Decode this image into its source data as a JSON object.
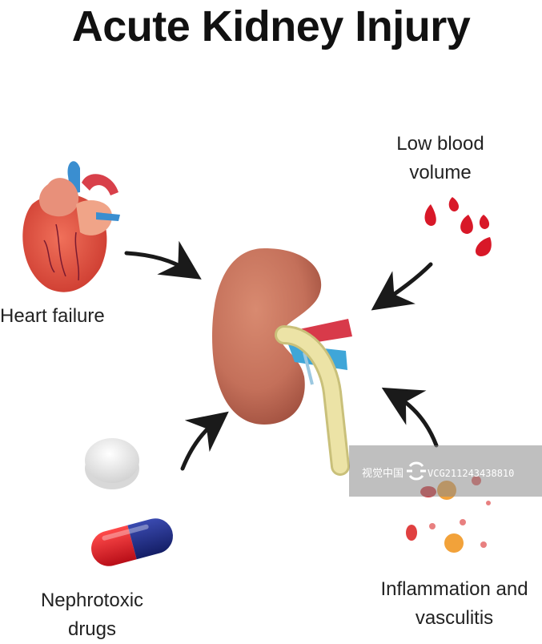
{
  "title": "Acute Kidney Injury",
  "causes": {
    "heart": {
      "label": "Heart failure"
    },
    "blood": {
      "label_line1": "Low blood",
      "label_line2": "volume"
    },
    "drugs": {
      "label_line1": "Nephrotoxic",
      "label_line2": "drugs"
    },
    "inflammation": {
      "label_line1": "Inflammation and",
      "label_line2": "vasculitis"
    }
  },
  "watermark": {
    "brand": "视觉中国",
    "code": "VCG211243438810"
  },
  "colors": {
    "kidney": "#c8715a",
    "artery": "#d83a4a",
    "vein": "#3fa6d8",
    "ureter": "#e8dfa0",
    "blood_drop": "#d81828",
    "capsule_red": "#e01828",
    "capsule_blue": "#1c2a8c",
    "arrow": "#1a1a1a"
  }
}
